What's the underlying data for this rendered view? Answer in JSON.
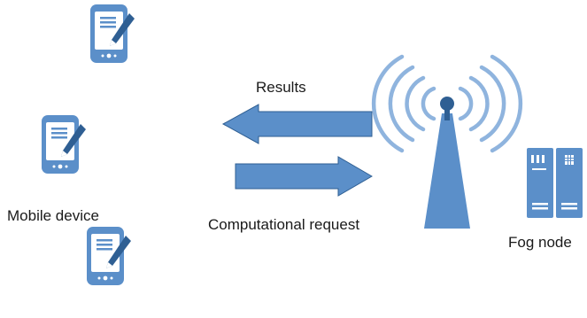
{
  "labels": {
    "mobile_device": "Mobile device",
    "results": "Results",
    "computational_request": "Computational request",
    "fog_node": "Fog node"
  },
  "colors": {
    "primary_blue": "#5b8fc9",
    "dark_blue": "#2f5f93",
    "signal_blue": "#8fb4de",
    "white": "#ffffff"
  },
  "icons": [
    "mobile-device-icon",
    "mobile-device-icon",
    "mobile-device-icon",
    "results-arrow-icon",
    "request-arrow-icon",
    "antenna-tower-icon",
    "fog-node-server-icon"
  ]
}
